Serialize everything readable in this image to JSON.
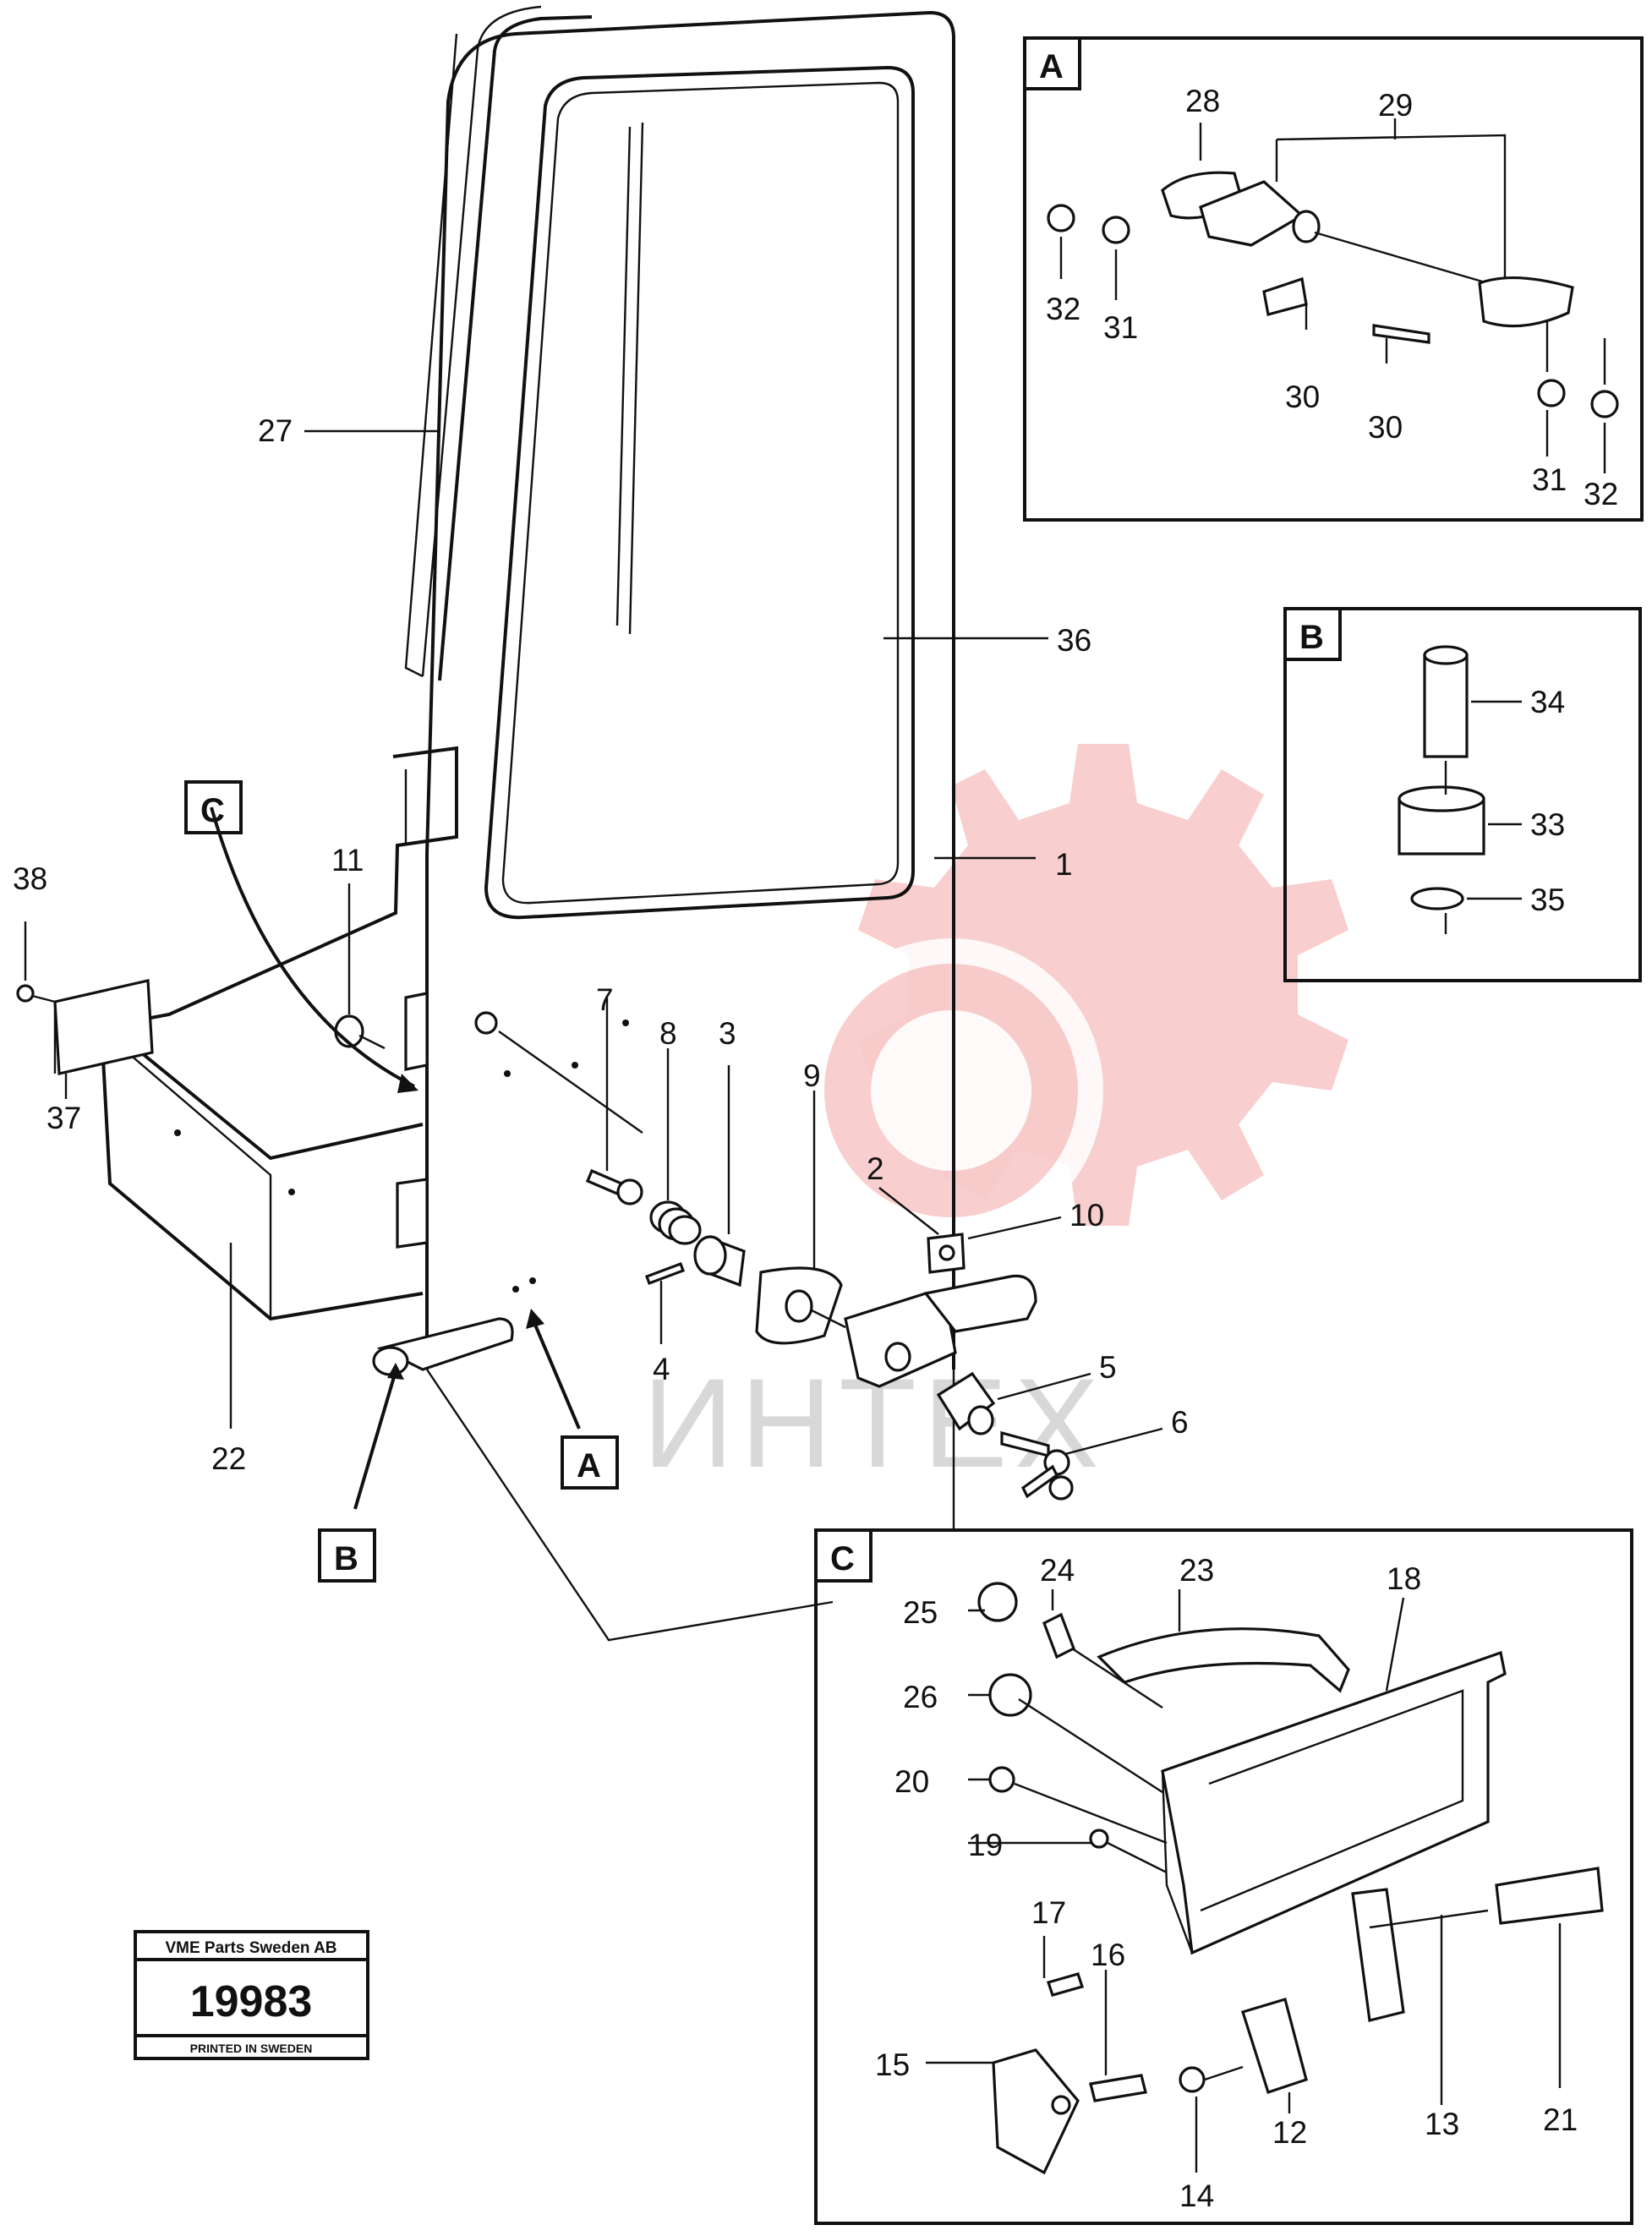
{
  "watermark": {
    "text": "ИНТЕХ",
    "color": "#f3a6a6"
  },
  "detail_labels": {
    "a": "A",
    "b": "B",
    "c": "C"
  },
  "part_numbers": {
    "p1": "1",
    "p2": "2",
    "p3": "3",
    "p4": "4",
    "p5": "5",
    "p6": "6",
    "p7": "7",
    "p8": "8",
    "p9": "9",
    "p10": "10",
    "p11": "11",
    "p12": "12",
    "p13": "13",
    "p14": "14",
    "p15": "15",
    "p16": "16",
    "p17": "17",
    "p18": "18",
    "p19": "19",
    "p20": "20",
    "p21": "21",
    "p22": "22",
    "p23": "23",
    "p24": "24",
    "p25": "25",
    "p26": "26",
    "p27": "27",
    "p28": "28",
    "p29": "29",
    "p30": "30",
    "p31": "31",
    "p32": "32",
    "p33": "33",
    "p34": "34",
    "p35": "35",
    "p36": "36",
    "p37": "37",
    "p38": "38"
  },
  "stamp": {
    "company": "VME Parts Sweden AB",
    "number": "19983",
    "footer": "PRINTED IN SWEDEN"
  }
}
